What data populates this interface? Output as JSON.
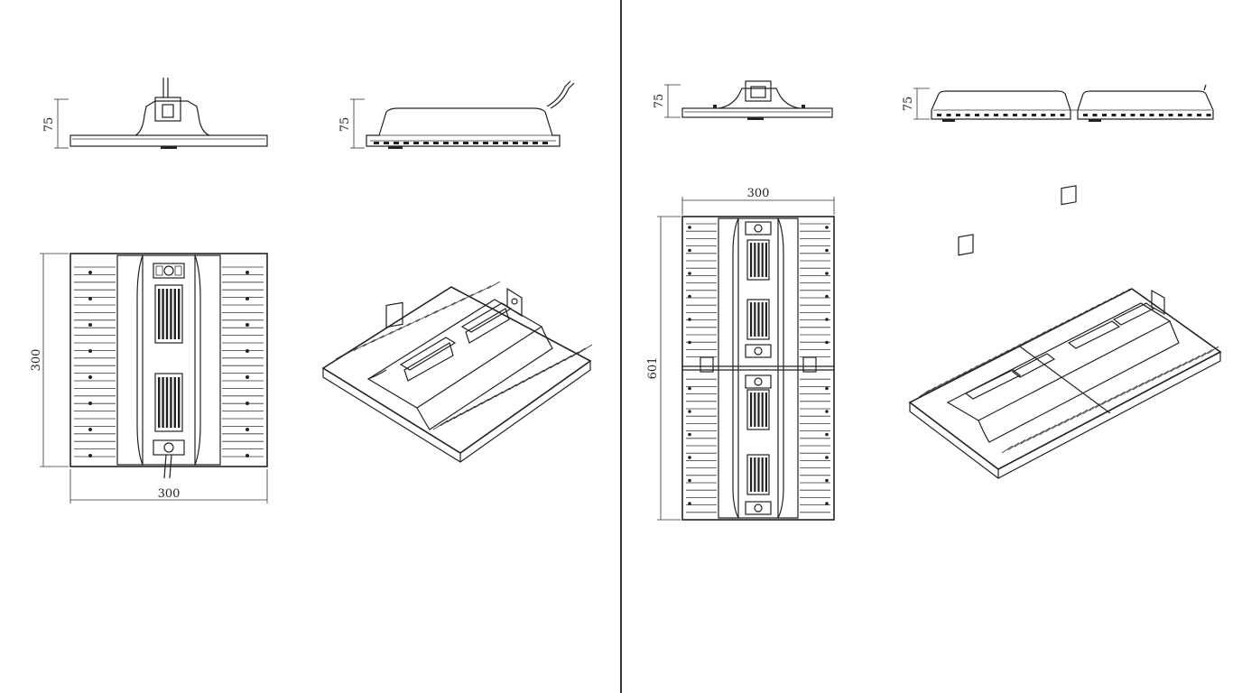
{
  "dimensions": {
    "single_side_height": "75",
    "single_front_height": "75",
    "single_top_height": "300",
    "single_top_width": "300",
    "double_side_height": "75",
    "double_front_height": "75",
    "double_top_width": "300",
    "double_top_height": "601"
  },
  "colors": {
    "ink": "#222222",
    "paper": "#ffffff"
  }
}
